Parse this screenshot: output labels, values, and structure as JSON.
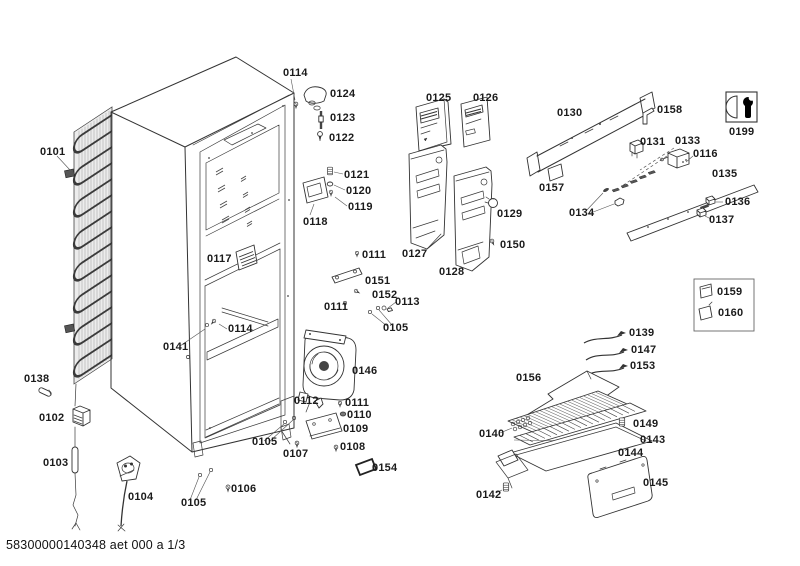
{
  "document": {
    "footer": "58300000140348 aet 000 a 1/3"
  },
  "parts": {
    "p0101": "0101",
    "p0102": "0102",
    "p0103": "0103",
    "p0104": "0104",
    "p0105": "0105",
    "p0106": "0106",
    "p0107": "0107",
    "p0108": "0108",
    "p0109": "0109",
    "p0110": "0110",
    "p0111": "0111",
    "p0112": "0112",
    "p0113": "0113",
    "p0114": "0114",
    "p0116": "0116",
    "p0117": "0117",
    "p0118": "0118",
    "p0119": "0119",
    "p0120": "0120",
    "p0121": "0121",
    "p0122": "0122",
    "p0123": "0123",
    "p0124": "0124",
    "p0125": "0125",
    "p0126": "0126",
    "p0127": "0127",
    "p0128": "0128",
    "p0129": "0129",
    "p0130": "0130",
    "p0131": "0131",
    "p0133": "0133",
    "p0134": "0134",
    "p0135": "0135",
    "p0136": "0136",
    "p0137": "0137",
    "p0138": "0138",
    "p0139": "0139",
    "p0140": "0140",
    "p0141": "0141",
    "p0142": "0142",
    "p0143": "0143",
    "p0144": "0144",
    "p0145": "0145",
    "p0146": "0146",
    "p0147": "0147",
    "p0149": "0149",
    "p0150": "0150",
    "p0151": "0151",
    "p0152": "0152",
    "p0153": "0153",
    "p0154": "0154",
    "p0156": "0156",
    "p0157": "0157",
    "p0158": "0158",
    "p0159": "0159",
    "p0160": "0160",
    "p0199": "0199"
  }
}
